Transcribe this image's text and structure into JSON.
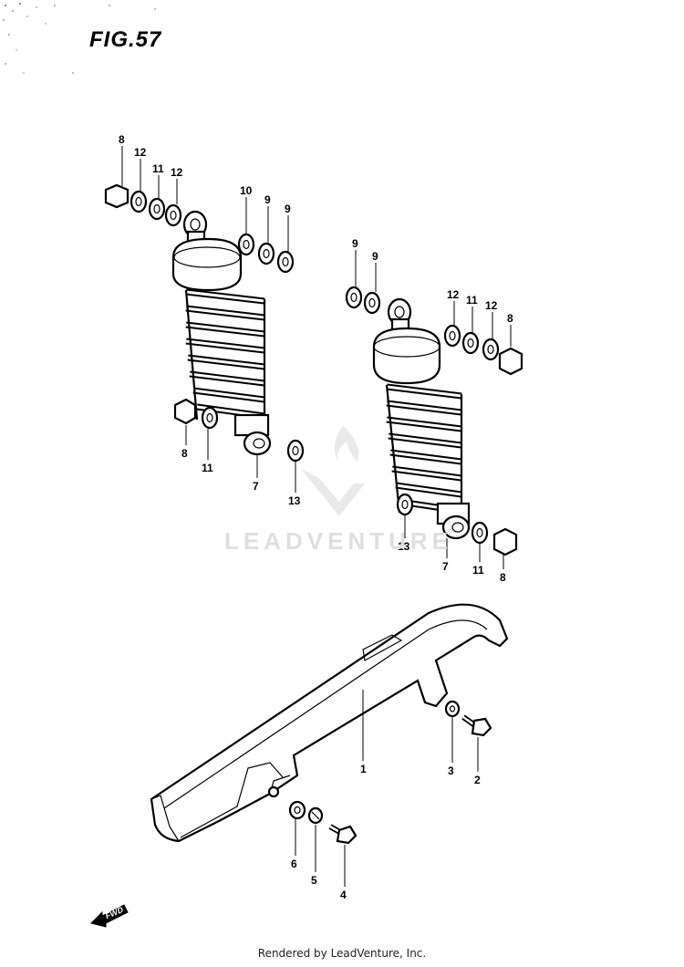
{
  "figure_title": "FIG.57",
  "watermark": "LEADVENTURE",
  "footer": "Rendered by LeadVenture, Inc.",
  "fwd_label": "FWD",
  "callouts": {
    "l_8": "8",
    "l_12a": "12",
    "l_11": "11",
    "l_12b": "12",
    "l_10": "10",
    "l_9a": "9",
    "l_9b": "9",
    "l_8low": "8",
    "l_11low": "11",
    "l_7": "7",
    "l_13": "13",
    "r_9a": "9",
    "r_9b": "9",
    "r_12a": "12",
    "r_11": "11",
    "r_12b": "12",
    "r_8": "8",
    "r_13": "13",
    "r_7": "7",
    "r_11low": "11",
    "r_8low": "8",
    "c_1": "1",
    "c_2": "2",
    "c_3": "3",
    "c_4": "4",
    "c_5": "5",
    "c_6": "6"
  }
}
